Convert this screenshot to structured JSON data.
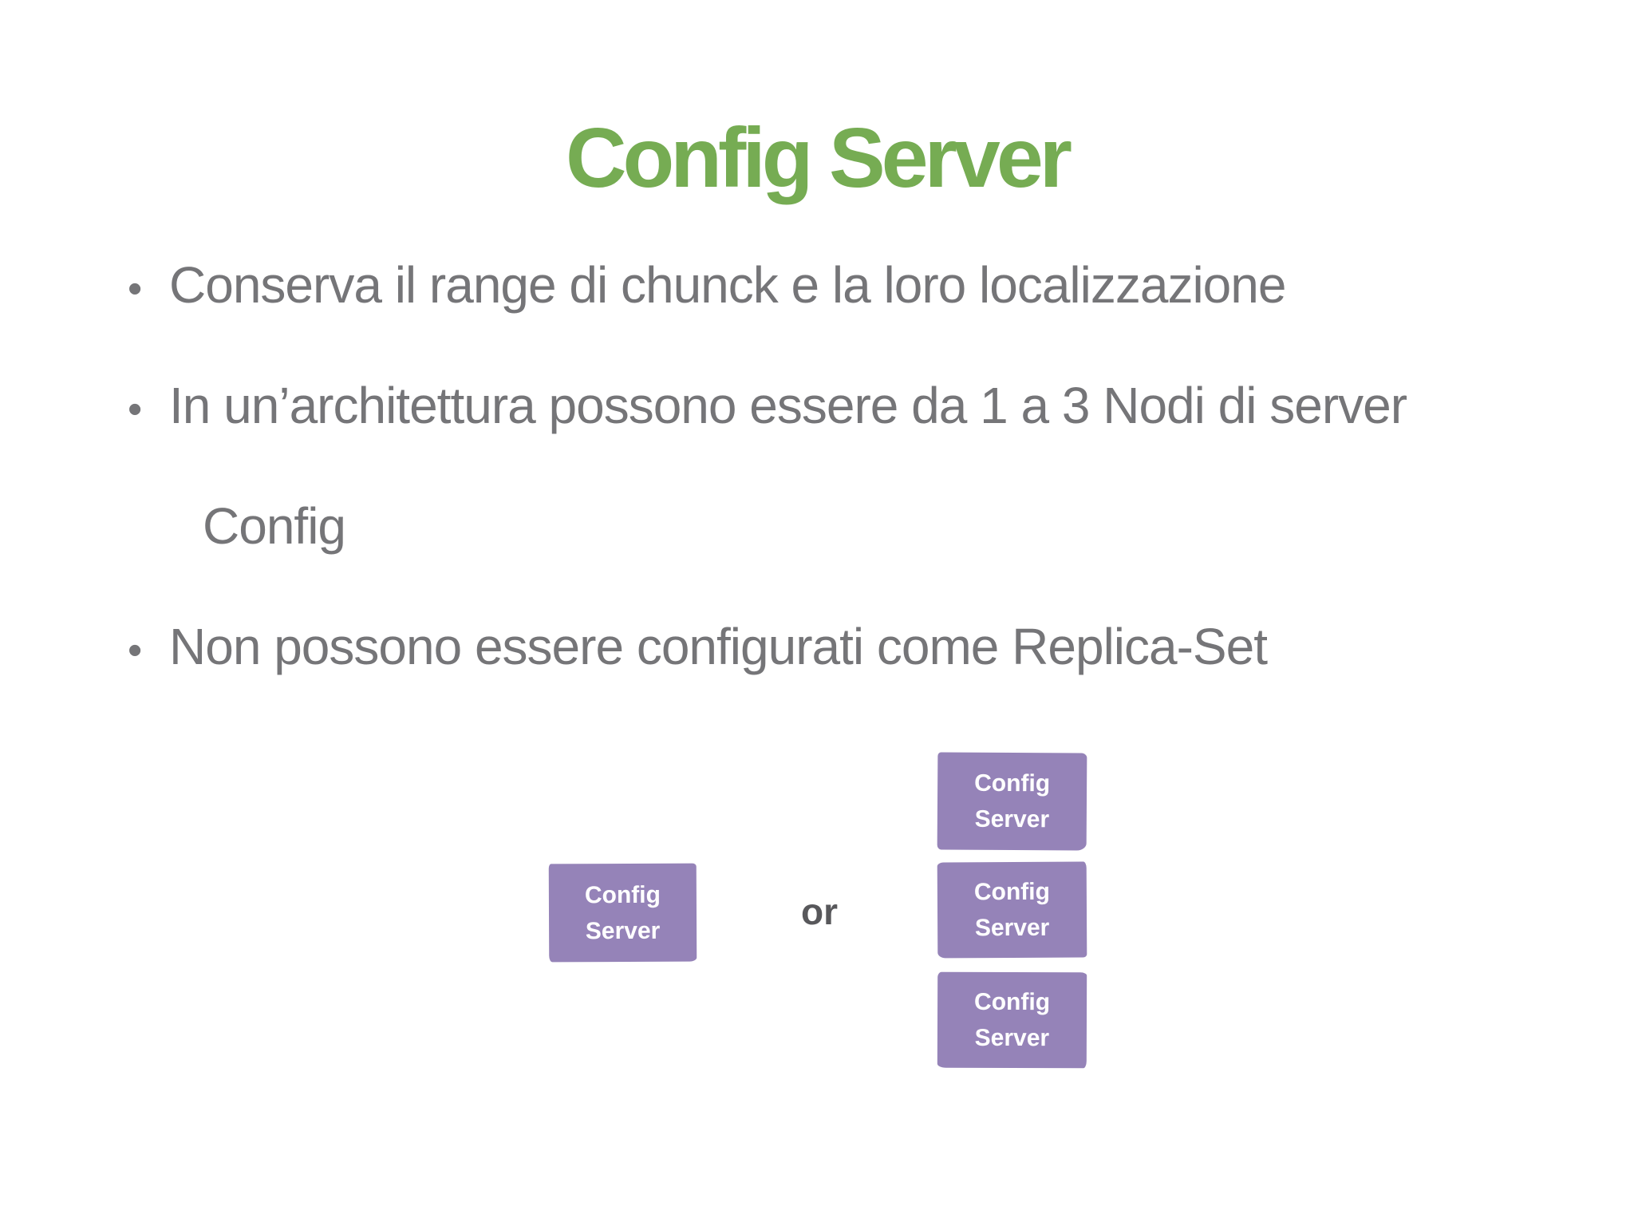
{
  "slide": {
    "title": "Config Server",
    "bullets": [
      {
        "marker": "•",
        "lines": [
          "Conserva il range di chunck e la loro localizzazione"
        ]
      },
      {
        "marker": "•",
        "lines": [
          "In un’architettura possono essere da 1 a 3 Nodi di server",
          "Config"
        ]
      },
      {
        "marker": "•",
        "lines": [
          "Non possono essere configurati come Replica-Set"
        ]
      }
    ]
  },
  "diagram": {
    "single_box": {
      "line1": "Config",
      "line2": "Server"
    },
    "or_label": "or",
    "replica_boxes": [
      {
        "line1": "Config",
        "line2": "Server"
      },
      {
        "line1": "Config",
        "line2": "Server"
      },
      {
        "line1": "Config",
        "line2": "Server"
      }
    ]
  },
  "colors": {
    "title_green": "#76ac53",
    "bullet_gray": "#757578",
    "or_gray": "#58585b",
    "box_purple": "#9583b8",
    "box_text": "#ffffff",
    "background": "#ffffff"
  }
}
